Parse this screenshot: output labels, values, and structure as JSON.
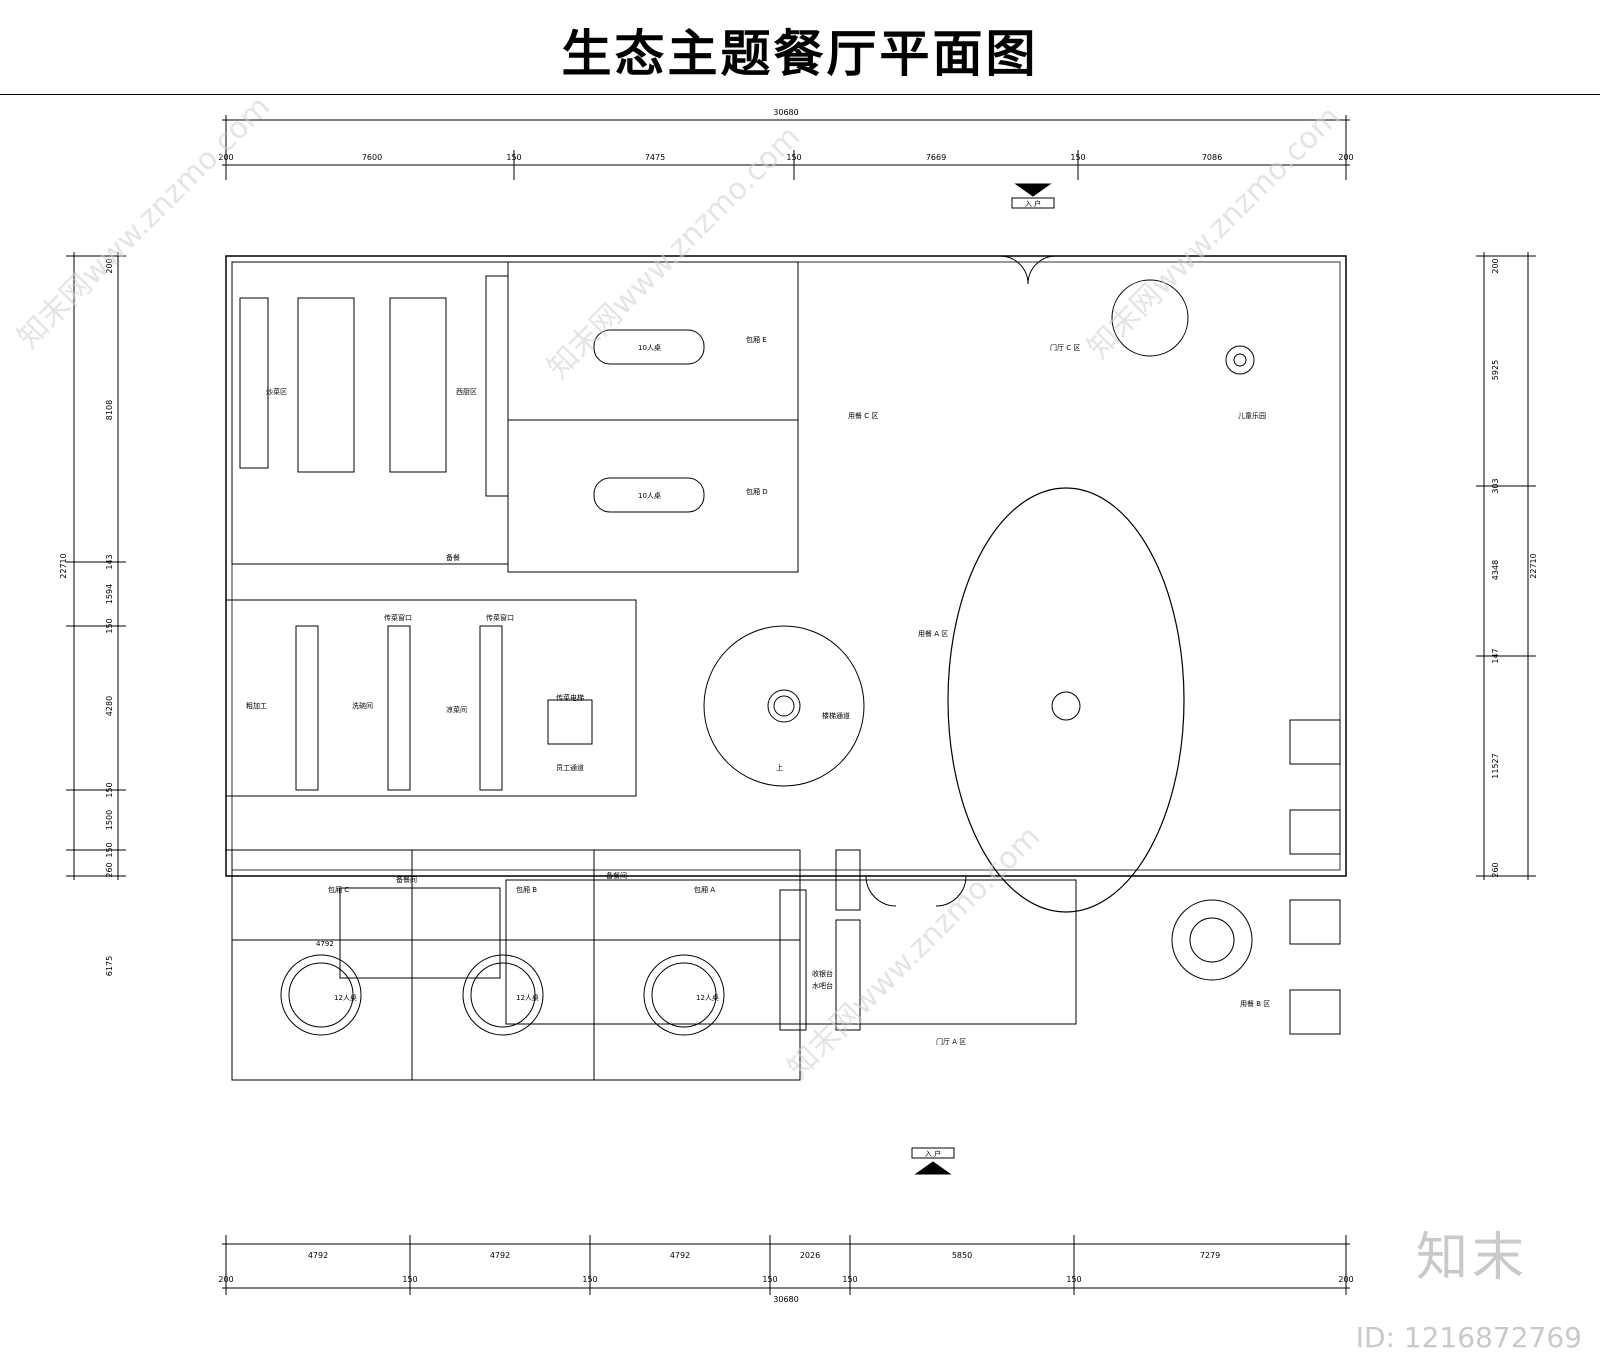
{
  "title": "生态主题餐厅平面图",
  "watermark": {
    "brand": "知末",
    "id": "ID: 1216872769",
    "site": "知末网www.znzmo.com"
  },
  "dimensions": {
    "top_total": "30680",
    "top_segments": [
      "200",
      "7600",
      "150",
      "7475",
      "150",
      "7669",
      "150",
      "7086",
      "200"
    ],
    "bottom_total": "30680",
    "bottom_row1": [
      "4792",
      "4792",
      "4792",
      "2026",
      "5850",
      "7279"
    ],
    "bottom_row2": [
      "200",
      "150",
      "150",
      "150",
      "150",
      "150",
      "200"
    ],
    "left_total": "22710",
    "left_segments": [
      "200",
      "8108",
      "143",
      "1594",
      "150",
      "4280",
      "150",
      "1500",
      "150",
      "6175",
      "260"
    ],
    "right_total": "22710",
    "right_segments": [
      "200",
      "5925",
      "303",
      "4348",
      "147",
      "11527",
      "260"
    ]
  },
  "labels": {
    "entrance_top": "入 户",
    "entrance_bottom": "入 户",
    "private_e": "包厢 E",
    "private_d": "包厢 D",
    "table_10a": "10人桌",
    "table_10b": "10人桌",
    "kitchen_hot": "炒菜区",
    "kitchen_west": "西厨区",
    "prep": "备餐",
    "rough_proc": "粗加工",
    "washing": "洗碗间",
    "dish_window": "传菜窗口",
    "pass_window": "传菜窗口",
    "cold_dish": "凉菜间",
    "lift": "传菜电梯",
    "staff_stair": "员工通道",
    "stair_label": "楼梯通道",
    "stair_up": "上",
    "dining_c": "用餐 C 区",
    "dining_a": "用餐 A 区",
    "dining_b": "用餐 B 区",
    "hall_c": "门厅 C 区",
    "hall_a": "门厅 A 区",
    "kids": "儿童乐园",
    "private_c": "包厢 C",
    "private_b": "包厢 B",
    "private_a": "包厢 A",
    "server_1": "备餐间",
    "server_2": "备餐间",
    "table_12a": "12人桌",
    "table_12b": "12人桌",
    "table_12c": "12人桌",
    "counter_1": "收银台",
    "counter_2": "水吧台",
    "private_c_w": "4792",
    "private_b_w": "4792",
    "private_a_w": "4792"
  }
}
